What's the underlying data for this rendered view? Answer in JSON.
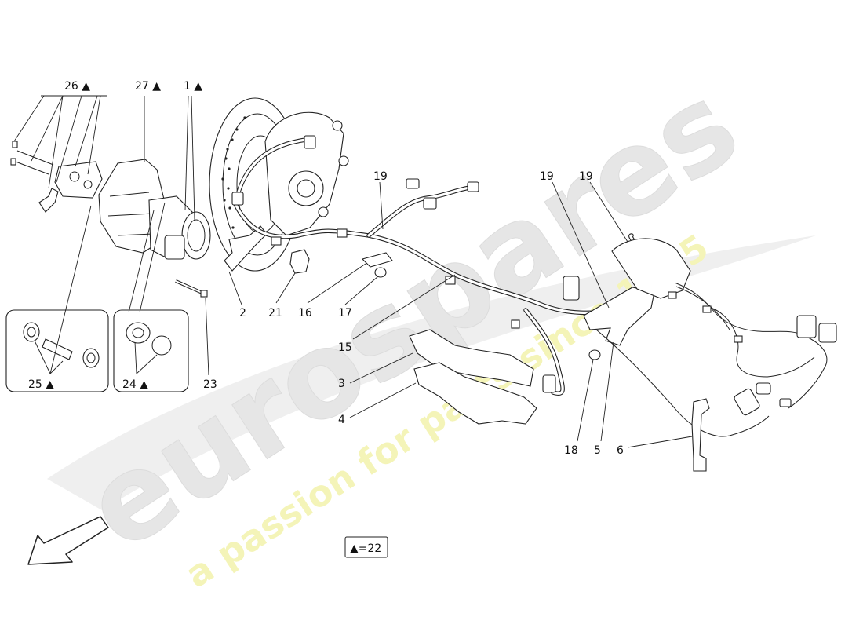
{
  "callouts": {
    "c26": "26 ▲",
    "c27": "27 ▲",
    "c1": "1 ▲",
    "c2": "2",
    "c21": "21",
    "c16": "16",
    "c17": "17",
    "c15": "15",
    "c19a": "19",
    "c19b": "19",
    "c19c": "19",
    "c3": "3",
    "c4": "4",
    "c18": "18",
    "c5": "5",
    "c6": "6",
    "c23": "23",
    "c25": "25 ▲",
    "c24": "24 ▲"
  },
  "legend": {
    "note": "▲=22"
  },
  "watermark": {
    "brand": "eurospares",
    "tagline": "a passion for parts since 1985"
  },
  "icons": {
    "direction_arrow": "direction-arrow-icon"
  },
  "colors": {
    "watermark_grey": "#e6e6e6",
    "watermark_yellow": "#f4f4b8",
    "line": "#222222"
  }
}
